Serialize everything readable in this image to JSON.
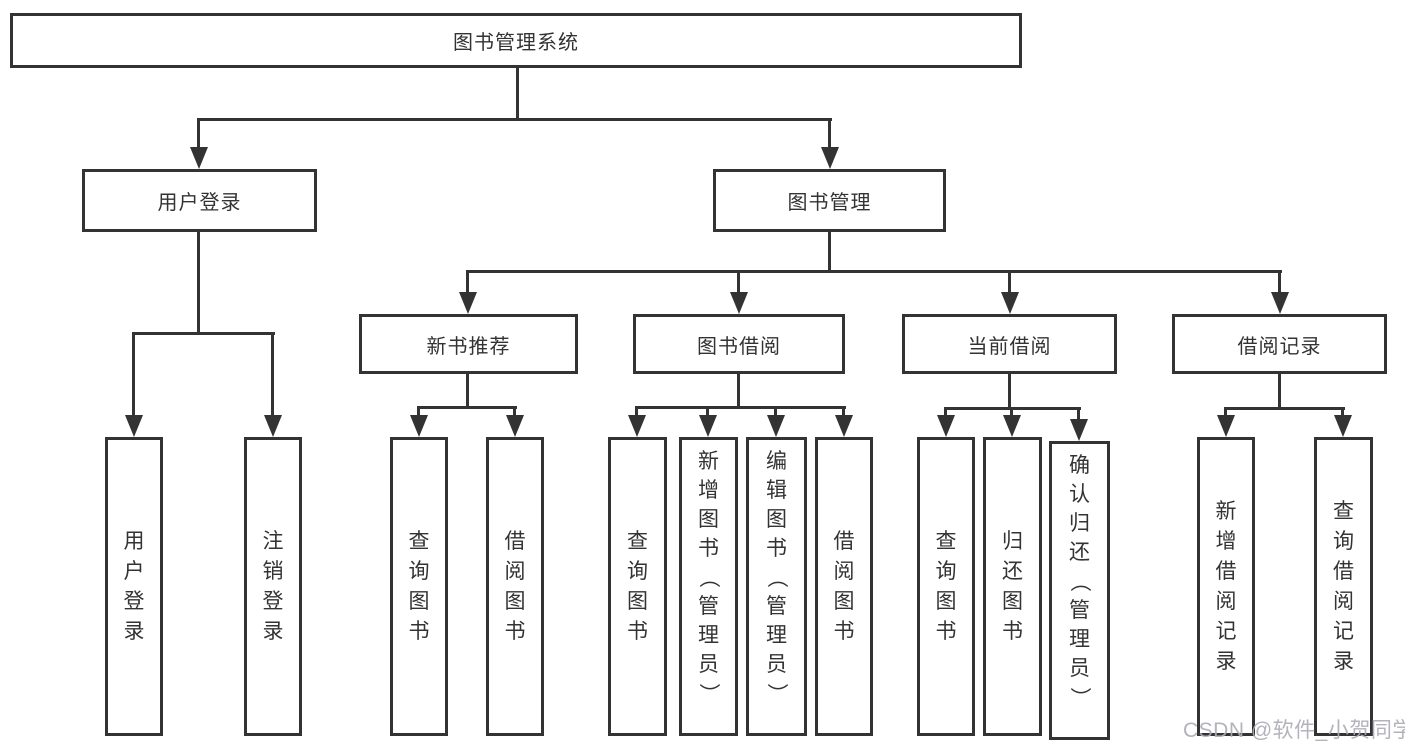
{
  "diagram": {
    "root": {
      "label": "图书管理系统"
    },
    "branches": [
      {
        "label": "用户登录",
        "leaves": [
          "用户登录",
          "注销登录"
        ]
      },
      {
        "label": "图书管理",
        "children": [
          {
            "label": "新书推荐",
            "leaves": [
              "查询图书",
              "借阅图书"
            ]
          },
          {
            "label": "图书借阅",
            "leaves": [
              "查询图书",
              "新增图书（管理员）",
              "编辑图书（管理员）",
              "借阅图书"
            ]
          },
          {
            "label": "当前借阅",
            "leaves": [
              "查询图书",
              "归还图书",
              "确认归还（管理员）"
            ]
          },
          {
            "label": "借阅记录",
            "leaves": [
              "新增借阅记录",
              "查询借阅记录"
            ]
          }
        ]
      }
    ],
    "watermark": "CSDN @软件_小贺同学",
    "colors": {
      "line": "#333333",
      "text": "#333333",
      "watermark": "#adadb6"
    }
  }
}
